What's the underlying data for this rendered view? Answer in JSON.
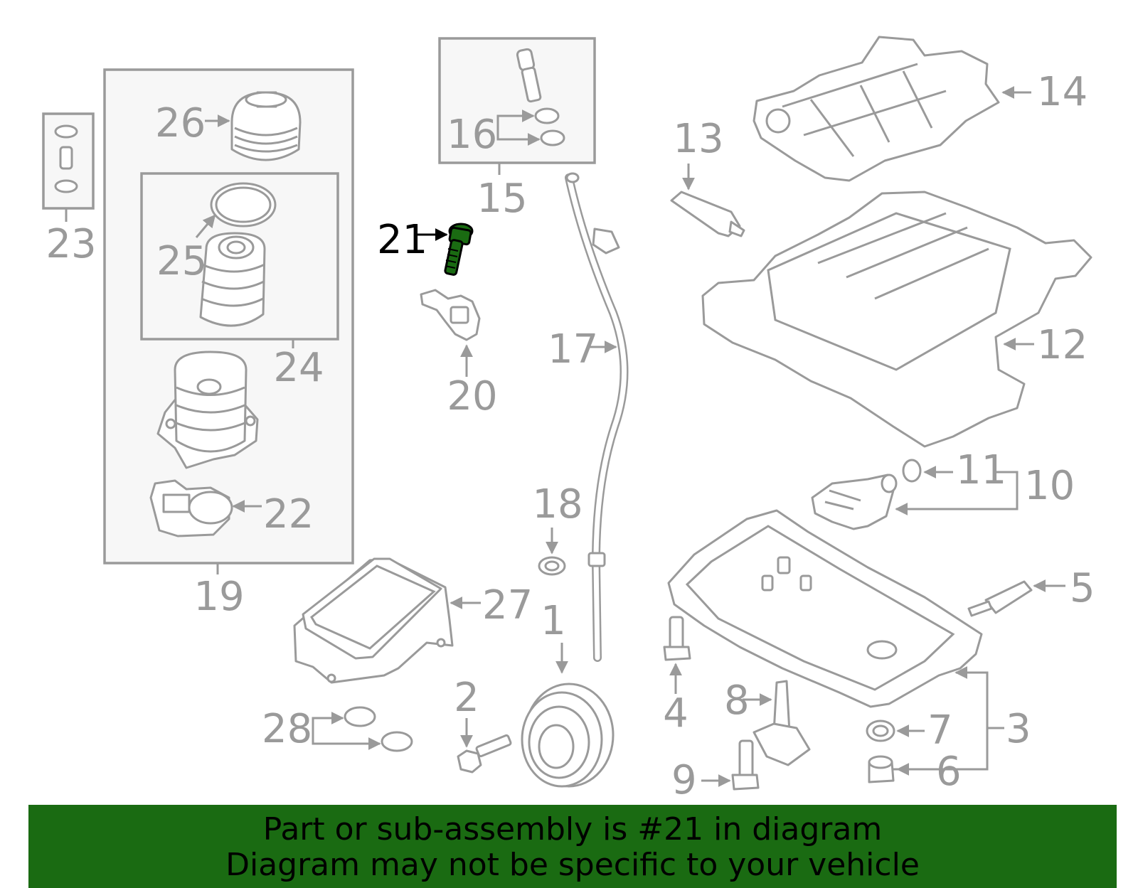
{
  "diagram": {
    "highlight_color": "#1a6b12",
    "callouts": [
      {
        "id": "c1",
        "label": "1"
      },
      {
        "id": "c2",
        "label": "2"
      },
      {
        "id": "c3",
        "label": "3"
      },
      {
        "id": "c4",
        "label": "4"
      },
      {
        "id": "c5",
        "label": "5"
      },
      {
        "id": "c6",
        "label": "6"
      },
      {
        "id": "c7",
        "label": "7"
      },
      {
        "id": "c8",
        "label": "8"
      },
      {
        "id": "c9",
        "label": "9"
      },
      {
        "id": "c10",
        "label": "10"
      },
      {
        "id": "c11",
        "label": "11"
      },
      {
        "id": "c12",
        "label": "12"
      },
      {
        "id": "c13",
        "label": "13"
      },
      {
        "id": "c14",
        "label": "14"
      },
      {
        "id": "c15",
        "label": "15"
      },
      {
        "id": "c16",
        "label": "16"
      },
      {
        "id": "c17",
        "label": "17"
      },
      {
        "id": "c18",
        "label": "18"
      },
      {
        "id": "c19",
        "label": "19"
      },
      {
        "id": "c20",
        "label": "20"
      },
      {
        "id": "c21",
        "label": "21"
      },
      {
        "id": "c22",
        "label": "22"
      },
      {
        "id": "c23",
        "label": "23"
      },
      {
        "id": "c24",
        "label": "24"
      },
      {
        "id": "c25",
        "label": "25"
      },
      {
        "id": "c26",
        "label": "26"
      },
      {
        "id": "c27",
        "label": "27"
      },
      {
        "id": "c28",
        "label": "28"
      }
    ]
  },
  "banner": {
    "line1": "Part or sub-assembly is #21 in diagram",
    "line2": "Diagram may not be specific to your vehicle",
    "background": "#1a6b12"
  }
}
